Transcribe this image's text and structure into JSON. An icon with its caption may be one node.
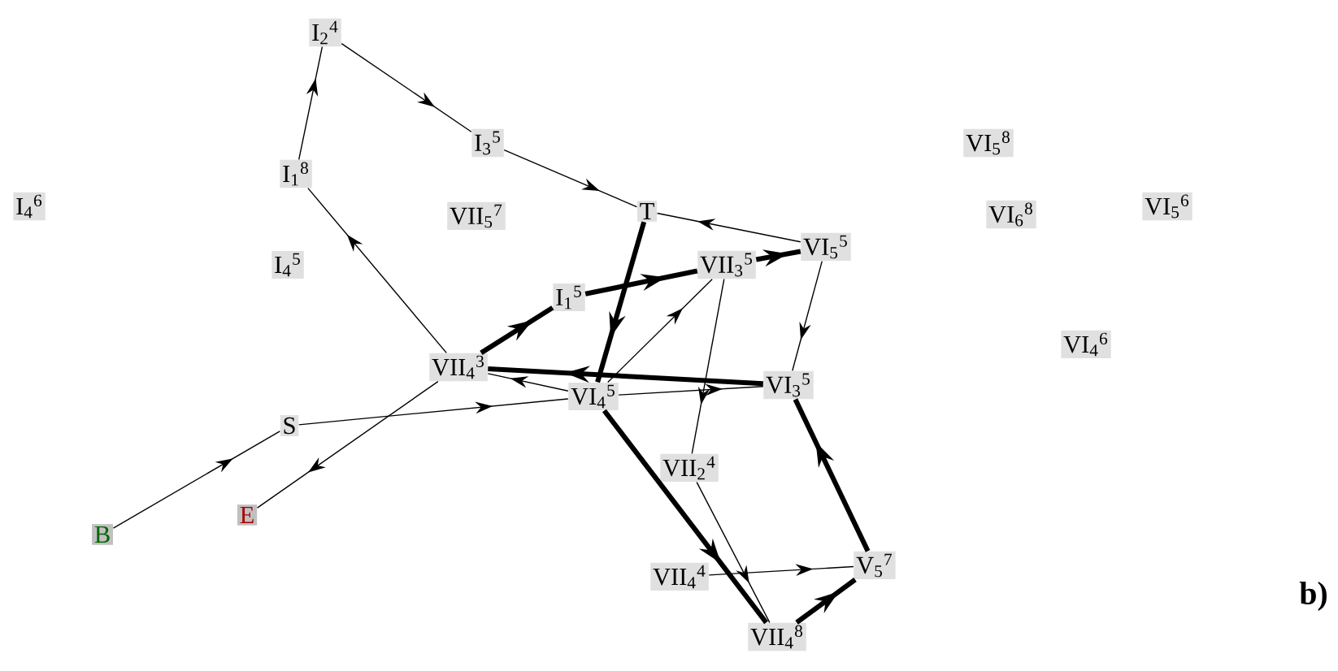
{
  "diagram": {
    "nodes": [
      {
        "text": [
          "I$_{2}$$^{4}$"
        ]
      },
      {
        "text": [
          "I$_{1}$$^{8}$"
        ]
      },
      {
        "text": [
          "I$_{3}$$^{5}$"
        ]
      },
      {
        "text": [
          "T"
        ]
      },
      {
        "text": [
          "VI$_{5}$$^{5}$"
        ]
      },
      {
        "text": [
          "VII$_{3}$$^{5}$"
        ]
      },
      {
        "text": [
          "I$_{1}$$^{5}$"
        ]
      },
      {
        "text": [
          "VII$_{4}$$^{3}$"
        ]
      },
      {
        "text": [
          "VI$_{4}$$^{5}$"
        ]
      },
      {
        "text": [
          "VI$_{3}$$^{5}$"
        ]
      },
      {
        "text": [
          "S"
        ]
      },
      {
        "text": [
          "B"
        ]
      },
      {
        "text": [
          "E"
        ]
      },
      {
        "text": [
          "VII$_{2}$$^{4}$"
        ]
      },
      {
        "text": [
          "VII$_{4}$$^{4}$"
        ]
      },
      {
        "text": [
          "V$_{5}$$^{7}$"
        ]
      },
      {
        "text": [
          "VII$_{4}$$^{8}$"
        ]
      },
      {
        "text": [
          "I$_{4}$$^{6}$"
        ]
      },
      {
        "text": [
          "VII$_{5}$$^{7}$"
        ]
      },
      {
        "text": [
          "I$_{4}$$^{5}$"
        ]
      },
      {
        "text": [
          "VI$_{5}$$^{8}$"
        ]
      },
      {
        "text": [
          "VI$_{6}$$^{8}$"
        ]
      },
      {
        "text": [
          "VI$_{5}$$^{6}$"
        ]
      },
      {
        "text": [
          "VI$_{4}$$^{6}$"
        ]
      }
    ],
    "edges": [
      {
        "from": 1,
        "to": 0,
        "arrow": "to"
      },
      {
        "from": 0,
        "to": 2,
        "arrow": "to"
      },
      {
        "from": 2,
        "to": 3,
        "arrow": "to"
      },
      {
        "from": 4,
        "to": 3,
        "arrow": "to"
      },
      {
        "from": 7,
        "to": 1,
        "arrow": "to"
      },
      {
        "from": 3,
        "to": 8,
        "arrow": "to",
        "style": "thick"
      },
      {
        "from": 7,
        "to": 6,
        "arrow": "to",
        "style": "thick"
      },
      {
        "from": 6,
        "to": 5,
        "arrow": "to",
        "style": "thick"
      },
      {
        "from": 5,
        "to": 4,
        "arrow": "to",
        "style": "thick"
      },
      {
        "from": 4,
        "to": 9,
        "arrow": "to"
      },
      {
        "from": 5,
        "to": 13,
        "arrow": "to"
      },
      {
        "from": 13,
        "to": 16,
        "arrow": "to"
      },
      {
        "from": 8,
        "to": 5,
        "arrow": "to"
      },
      {
        "from": 9,
        "to": 7,
        "arrow": "to",
        "style": "thick"
      },
      {
        "from": 8,
        "to": 9,
        "arrow": "to"
      },
      {
        "from": 8,
        "to": 7,
        "arrow": "to"
      },
      {
        "from": 10,
        "to": 8,
        "arrow": "to"
      },
      {
        "from": 7,
        "to": 12,
        "arrow": "to"
      },
      {
        "from": 11,
        "to": 10,
        "arrow": "to"
      },
      {
        "from": 8,
        "to": 16,
        "arrow": "to",
        "style": "thick"
      },
      {
        "from": 14,
        "to": 15,
        "arrow": "to"
      },
      {
        "from": 16,
        "to": 15,
        "arrow": "to",
        "style": "thick"
      },
      {
        "from": 15,
        "to": 9,
        "arrow": "to",
        "style": "thick"
      }
    ],
    "labels": [
      "b)"
    ]
  }
}
